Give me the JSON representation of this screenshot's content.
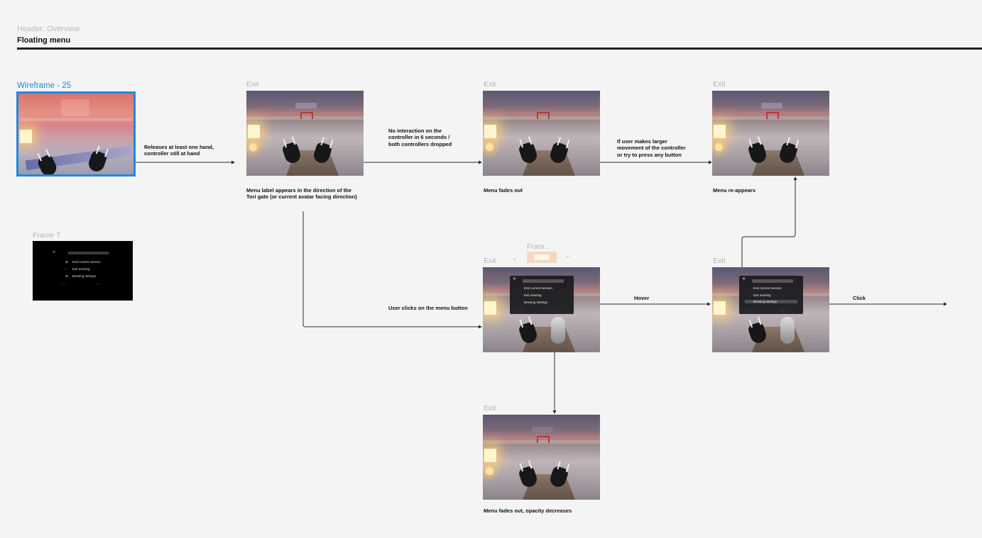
{
  "header": {
    "subtitle": "Header: Overview",
    "title": "Floating menu"
  },
  "frames": {
    "wireframe_label": "Wireframe - 25",
    "frame7_label": "Frame 7",
    "frame_mini_label": "Fram...",
    "exit_label": "Exit"
  },
  "vr_menu": {
    "items": [
      "End current session",
      "Exit evening",
      "Brewing settings"
    ],
    "item_icons": [
      "⊗",
      "‹",
      "⊟"
    ]
  },
  "annotations": {
    "releases": "Releases at least one hand,\ncontroller still at hand",
    "no_interaction": "No interaction on the\ncontroller in 6 seconds /\nboth controllers dropped",
    "larger_movement": "If user makes larger\nmovement of the controller\nor try to press any button",
    "menu_label_appears": "Menu label appears in the direction of the\nTori gate (or current avatar facing direction)",
    "menu_fades_out": "Menu fades out",
    "menu_reappears": "Menu re-appears",
    "user_clicks": "User clicks on the menu button",
    "hover": "Hover",
    "click": "Click",
    "fades_opacity": "Menu fades out, opacity decreases"
  },
  "colors": {
    "selection": "#1e88e5",
    "header_rule": "#1e2228",
    "canvas": "#f4f4f4"
  }
}
